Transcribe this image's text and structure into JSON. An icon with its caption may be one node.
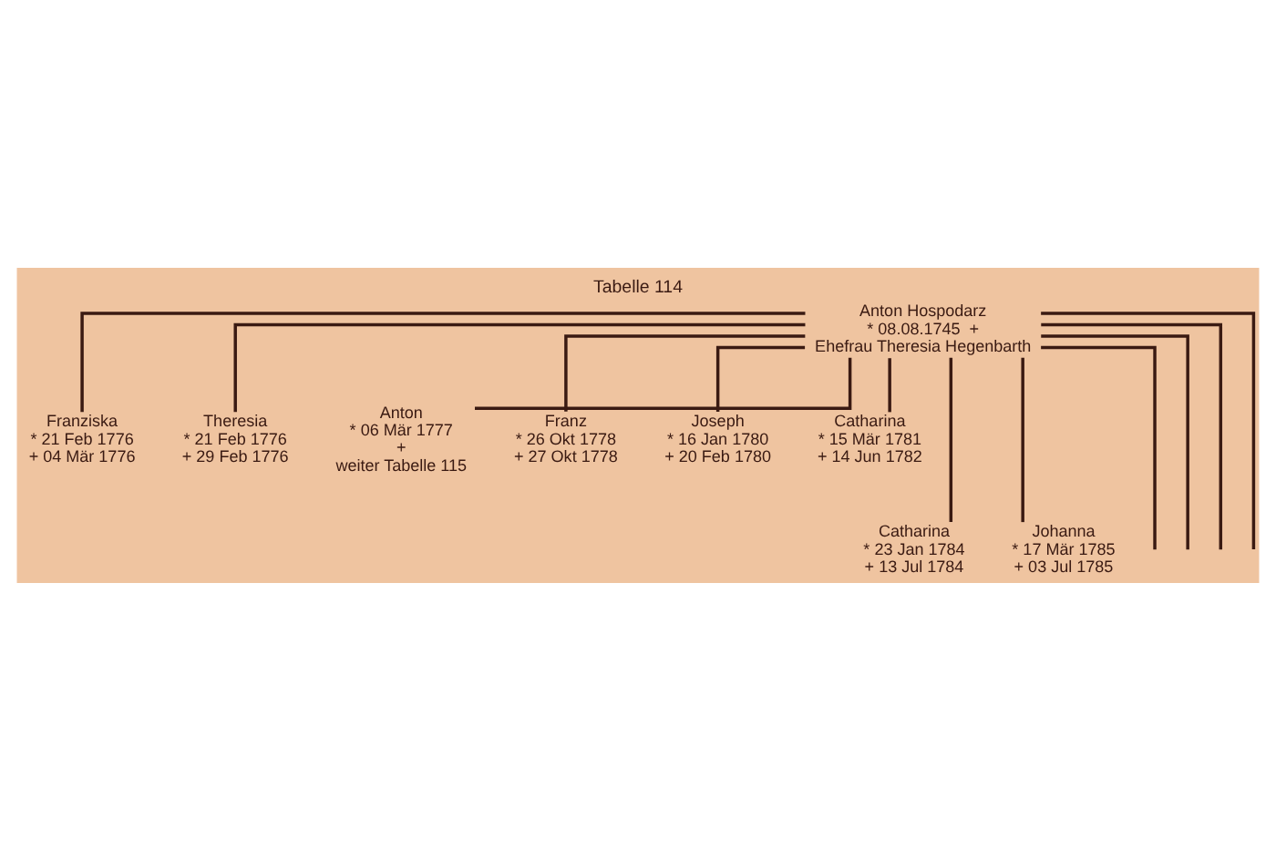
{
  "diagram": {
    "title": "Tabelle 114",
    "nodes": [
      {
        "text": [
          "Anton Hospodarz",
          "* 08.08.1745  +",
          "Ehefrau Theresia Hegenbarth"
        ]
      },
      {
        "text": [
          "Franziska",
          "* 21 Feb 1776",
          "+ 04 Mär 1776"
        ]
      },
      {
        "text": [
          "Theresia",
          "* 21 Feb 1776",
          "+ 29 Feb 1776"
        ]
      },
      {
        "text": [
          "Anton",
          "* 06 Mär 1777",
          "+",
          "weiter Tabelle 115"
        ]
      },
      {
        "text": [
          "Franz",
          "* 26 Okt 1778",
          "+ 27 Okt 1778"
        ]
      },
      {
        "text": [
          "Joseph",
          "* 16 Jan 1780",
          "+ 20 Feb 1780"
        ]
      },
      {
        "text": [
          "Catharina",
          "* 15 Mär 1781",
          "+ 14 Jun 1782"
        ]
      },
      {
        "text": [
          "Catharina",
          "* 23 Jan 1784",
          "+ 13 Jul 1784"
        ]
      },
      {
        "text": [
          "Johanna",
          "* 17 Mär 1785",
          "+ 03 Jul 1785"
        ]
      }
    ],
    "edges": [
      {
        "from": 0,
        "to": 1,
        "arrow": "none"
      },
      {
        "from": 0,
        "to": 2,
        "arrow": "none"
      },
      {
        "from": 0,
        "to": 3,
        "arrow": "none"
      },
      {
        "from": 0,
        "to": 4,
        "arrow": "none"
      },
      {
        "from": 0,
        "to": 5,
        "arrow": "none"
      },
      {
        "from": 0,
        "to": 6,
        "arrow": "none"
      },
      {
        "from": 0,
        "to": 7,
        "arrow": "none"
      },
      {
        "from": 0,
        "to": 8,
        "arrow": "none"
      },
      {
        "from": 0,
        "to": null,
        "arrow": "none"
      },
      {
        "from": 0,
        "to": null,
        "arrow": "none"
      },
      {
        "from": 0,
        "to": null,
        "arrow": "none"
      },
      {
        "from": 0,
        "to": null,
        "arrow": "none"
      }
    ]
  }
}
